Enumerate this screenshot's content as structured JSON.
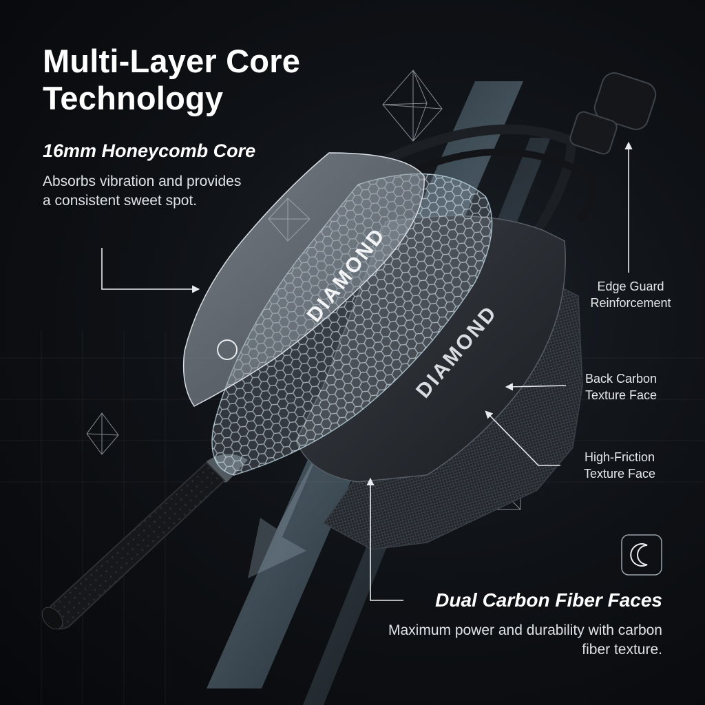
{
  "header": {
    "title": "Multi-Layer Core Technology"
  },
  "core_section": {
    "title": "16mm Honeycomb Core",
    "description": "Absorbs vibration and provides a consistent sweet spot."
  },
  "callouts": {
    "edge_guard": "Edge Guard Reinforcement",
    "back_face": "Back Carbon Texture Face",
    "friction_face": "High-Friction Texture Face"
  },
  "faces_section": {
    "title": "Dual Carbon Fiber Faces",
    "description": "Maximum power and durability with carbon fiber texture."
  },
  "paddle": {
    "brand_text": "DIAMOND"
  },
  "icons": {
    "corner_logo": "crescent-logo-icon",
    "decor": "octahedron-icon"
  },
  "colors": {
    "background": "#0b0d11",
    "text": "#ffffff",
    "accent_glow": "#8fd8ff"
  }
}
